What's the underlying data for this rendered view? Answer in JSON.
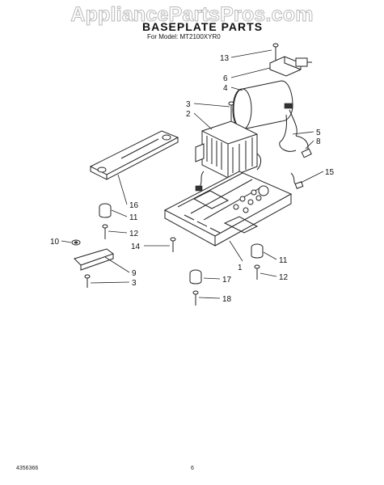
{
  "watermark": "AppliancePartsPros.com",
  "title": "BASEPLATE PARTS",
  "subtitle": "For Model: MT2100XYR0",
  "footer": {
    "doc_number": "4356366",
    "page_number": "6"
  },
  "callouts": [
    "13",
    "6",
    "4",
    "3",
    "2",
    "5",
    "8",
    "15",
    "16",
    "11",
    "12",
    "10",
    "14",
    "9",
    "3",
    "1",
    "11",
    "17",
    "12",
    "18"
  ]
}
